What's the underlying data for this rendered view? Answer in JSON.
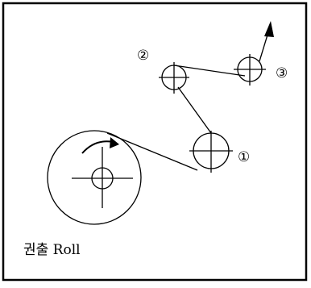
{
  "labels": {
    "roll_1": "①",
    "roll_2": "②",
    "roll_3": "③",
    "winding_roll": "권출 Roll"
  },
  "colors": {
    "stroke": "#000000",
    "background": "#ffffff"
  },
  "icons": {
    "rotation_direction": "curved-arrow-icon",
    "web_exit_direction": "arrow-up-right-icon"
  }
}
